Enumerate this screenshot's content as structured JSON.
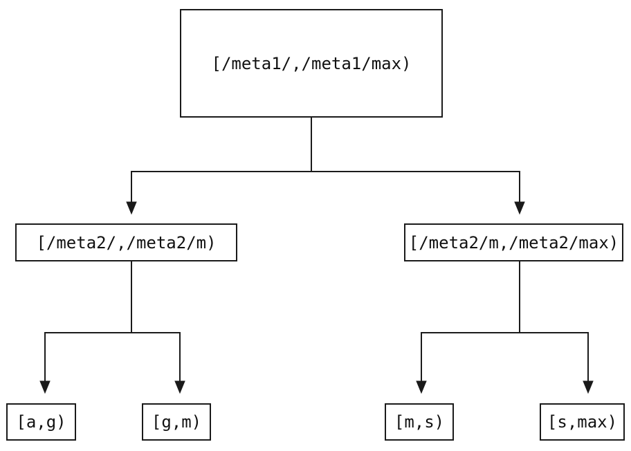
{
  "diagram": {
    "type": "tree",
    "nodes": {
      "root": {
        "label": "[/meta1/,/meta1/max)"
      },
      "meta2_low": {
        "label": "[/meta2/,/meta2/m)"
      },
      "meta2_high": {
        "label": "[/meta2/m,/meta2/max)"
      },
      "leaf_a_g": {
        "label": "[a,g)"
      },
      "leaf_g_m": {
        "label": "[g,m)"
      },
      "leaf_m_s": {
        "label": "[m,s)"
      },
      "leaf_s_max": {
        "label": "[s,max)"
      }
    },
    "edges": [
      {
        "from": "root",
        "to": "meta2_low"
      },
      {
        "from": "root",
        "to": "meta2_high"
      },
      {
        "from": "meta2_low",
        "to": "leaf_a_g"
      },
      {
        "from": "meta2_low",
        "to": "leaf_g_m"
      },
      {
        "from": "meta2_high",
        "to": "leaf_m_s"
      },
      {
        "from": "meta2_high",
        "to": "leaf_s_max"
      }
    ]
  },
  "colors": {
    "line": "#1a1a1a",
    "text": "#111111",
    "background": "#ffffff",
    "node_fill": "#ffffff"
  }
}
